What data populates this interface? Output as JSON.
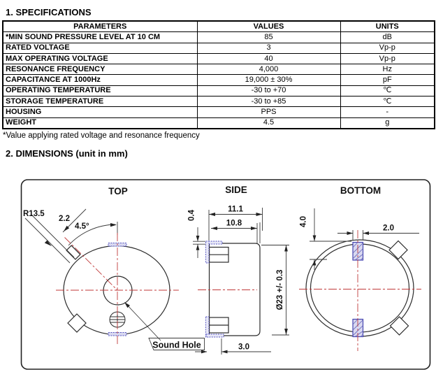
{
  "page": {
    "section1_title": "1. SPECIFICATIONS",
    "section2_title": "2. DIMENSIONS (unit in mm)",
    "footnote": "*Value applying rated voltage and resonance frequency"
  },
  "spec_table": {
    "headers": [
      "PARAMETERS",
      "VALUES",
      "UNITS"
    ],
    "rows": [
      {
        "parameter": "*MIN SOUND PRESSURE LEVEL AT 10 CM",
        "value": "85",
        "unit": "dB"
      },
      {
        "parameter": "RATED VOLTAGE",
        "value": "3",
        "unit": "Vp-p"
      },
      {
        "parameter": "MAX OPERATING VOLTAGE",
        "value": "40",
        "unit": "Vp-p"
      },
      {
        "parameter": "RESONANCE FREQUENCY",
        "value": "4,000",
        "unit": "Hz"
      },
      {
        "parameter": "CAPACITANCE AT 1000Hz",
        "value": "19,000 ± 30%",
        "unit": "pF"
      },
      {
        "parameter": "OPERATING TEMPERATURE",
        "value": "-30 to +70",
        "unit": "℃"
      },
      {
        "parameter": "STORAGE TEMPERATURE",
        "value": "-30 to +85",
        "unit": "℃"
      },
      {
        "parameter": "HOUSING",
        "value": "PPS",
        "unit": "-"
      },
      {
        "parameter": "WEIGHT",
        "value": "4.5",
        "unit": "g"
      }
    ]
  },
  "dim": {
    "views": {
      "top": "TOP",
      "side": "SIDE",
      "bottom": "BOTTOM"
    },
    "labels": {
      "radius": "R13.5",
      "tab_width": "2.2",
      "tab_angle": "4.5°",
      "flange": "0.4",
      "h_total": "11.1",
      "h_body": "10.8",
      "diameter": "Ø23 +/- 0.3",
      "lead_offset": "3.0",
      "term_len": "4.0",
      "term_wid": "2.0",
      "sound_hole": "Sound Hole"
    },
    "colors": {
      "centerline": "#c03a3a",
      "terminal": "#4444b0",
      "line": "#2b2b2b"
    }
  }
}
